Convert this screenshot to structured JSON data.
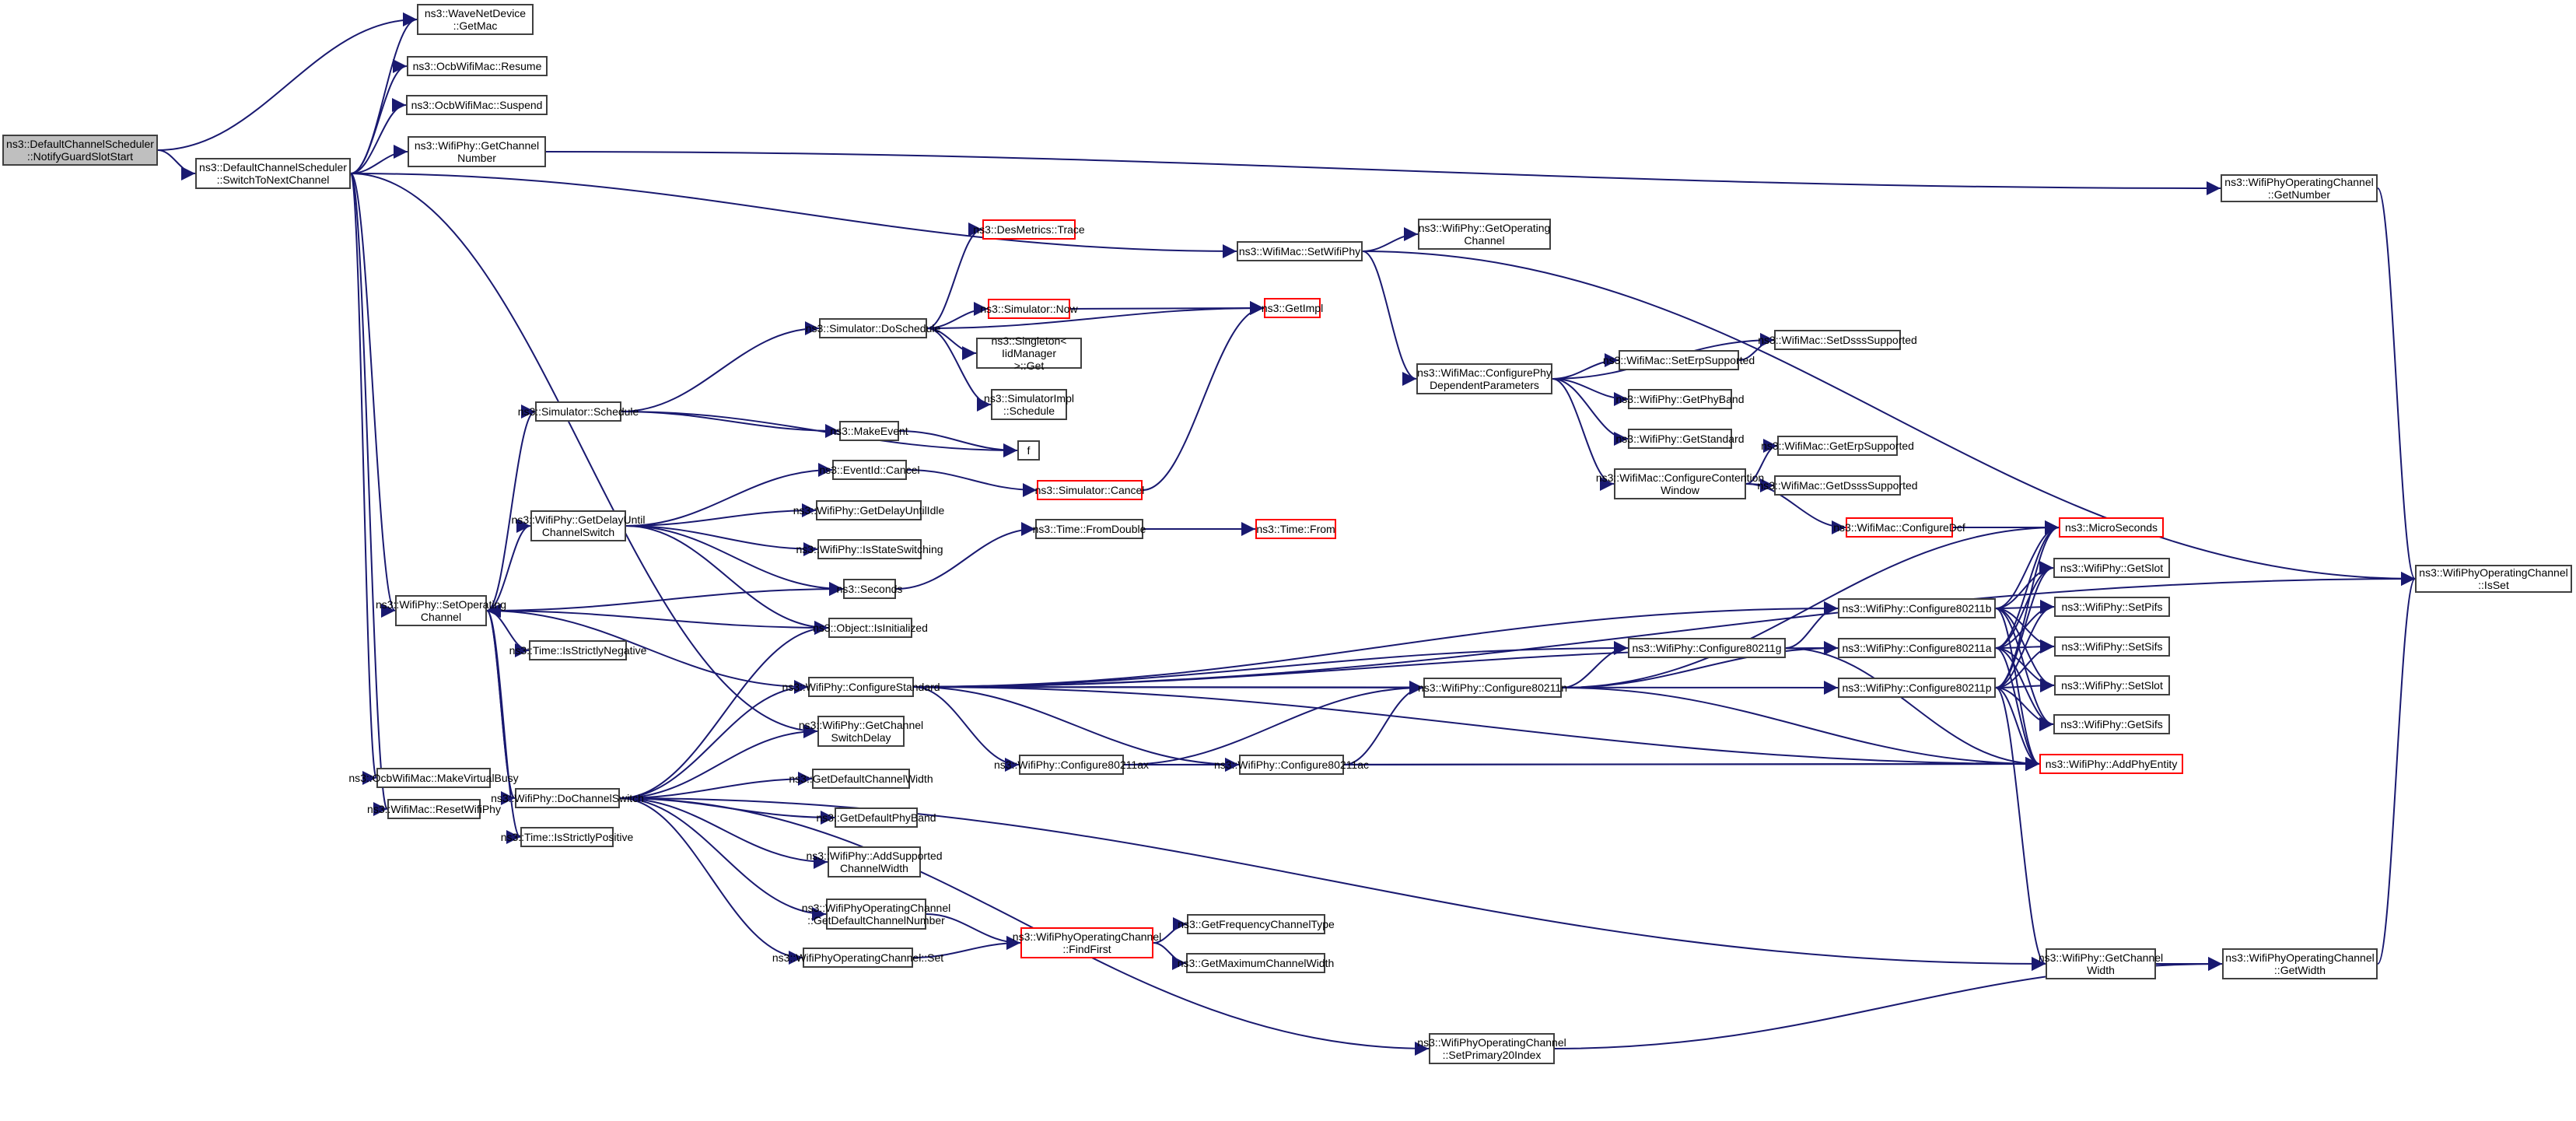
{
  "title": "Call graph of ns3::DefaultChannelScheduler::NotifyGuardSlotStart",
  "colors": {
    "edge": "#191970",
    "node_border": "#404040",
    "ext_border": "#ff0000",
    "root_fill": "#bfbfbf"
  },
  "nodes": [
    {
      "id": "root",
      "label": "ns3::DefaultChannelScheduler\n::NotifyGuardSlotStart",
      "kind": "root"
    },
    {
      "id": "switchNext",
      "label": "ns3::DefaultChannelScheduler\n::SwitchToNextChannel"
    },
    {
      "id": "getMac",
      "label": "ns3::WaveNetDevice\n::GetMac"
    },
    {
      "id": "resume",
      "label": "ns3::OcbWifiMac::Resume"
    },
    {
      "id": "suspend",
      "label": "ns3::OcbWifiMac::Suspend"
    },
    {
      "id": "getChanNum",
      "label": "ns3::WifiPhy::GetChannel\nNumber"
    },
    {
      "id": "opGetNumber",
      "label": "ns3::WifiPhyOperatingChannel\n::GetNumber"
    },
    {
      "id": "setWifiPhy",
      "label": "ns3::WifiMac::SetWifiPhy"
    },
    {
      "id": "getOpChan",
      "label": "ns3::WifiPhy::GetOperating\nChannel"
    },
    {
      "id": "desTrace",
      "label": "ns3::DesMetrics::Trace",
      "kind": "ext"
    },
    {
      "id": "getImpl",
      "label": "ns3::GetImpl",
      "kind": "ext"
    },
    {
      "id": "simNow",
      "label": "ns3::Simulator::Now",
      "kind": "ext"
    },
    {
      "id": "doSchedule",
      "label": "ns3::Simulator::DoSchedule"
    },
    {
      "id": "singleton",
      "label": "ns3::Singleton< IidManager\n>::Get"
    },
    {
      "id": "simImplSched",
      "label": "ns3::SimulatorImpl\n::Schedule"
    },
    {
      "id": "simSchedule",
      "label": "ns3::Simulator::Schedule"
    },
    {
      "id": "makeEvent",
      "label": "ns3::MakeEvent"
    },
    {
      "id": "f",
      "label": "f"
    },
    {
      "id": "eventCancel",
      "label": "ns3::EventId::Cancel"
    },
    {
      "id": "simCancel",
      "label": "ns3::Simulator::Cancel",
      "kind": "ext"
    },
    {
      "id": "getDelayUntil",
      "label": "ns3::WifiPhy::GetDelayUntil\nChannelSwitch"
    },
    {
      "id": "getDelayIdle",
      "label": "ns3::WifiPhy::GetDelayUntilIdle"
    },
    {
      "id": "isStateSwitching",
      "label": "ns3::WifiPhy::IsStateSwitching"
    },
    {
      "id": "seconds",
      "label": "ns3::Seconds"
    },
    {
      "id": "fromDouble",
      "label": "ns3::Time::FromDouble"
    },
    {
      "id": "timeFrom",
      "label": "ns3::Time::From",
      "kind": "ext"
    },
    {
      "id": "isInitialized",
      "label": "ns3::Object::IsInitialized"
    },
    {
      "id": "setOpChan",
      "label": "ns3::WifiPhy::SetOperating\nChannel"
    },
    {
      "id": "strictlyNeg",
      "label": "ns3::Time::IsStrictlyNegative"
    },
    {
      "id": "configStd",
      "label": "ns3::WifiPhy::ConfigureStandard"
    },
    {
      "id": "getSwitchDelay",
      "label": "ns3::WifiPhy::GetChannel\nSwitchDelay"
    },
    {
      "id": "defChanWidth",
      "label": "ns3::GetDefaultChannelWidth"
    },
    {
      "id": "defPhyBand",
      "label": "ns3::GetDefaultPhyBand"
    },
    {
      "id": "addSuppWidth",
      "label": "ns3::WifiPhy::AddSupported\nChannelWidth"
    },
    {
      "id": "getDefChanNum",
      "label": "ns3::WifiPhyOperatingChannel\n::GetDefaultChannelNumber"
    },
    {
      "id": "opSet",
      "label": "ns3::WifiPhyOperatingChannel::Set"
    },
    {
      "id": "findFirst",
      "label": "ns3::WifiPhyOperatingChannel\n::FindFirst",
      "kind": "ext"
    },
    {
      "id": "freqChanType",
      "label": "ns3::GetFrequencyChannelType"
    },
    {
      "id": "maxChanWidth",
      "label": "ns3::GetMaximumChannelWidth"
    },
    {
      "id": "doChanSwitch",
      "label": "ns3::WifiPhy::DoChannelSwitch"
    },
    {
      "id": "strictlyPos",
      "label": "ns3::Time::IsStrictlyPositive"
    },
    {
      "id": "makeVirtBusy",
      "label": "ns3::OcbWifiMac::MakeVirtualBusy"
    },
    {
      "id": "resetWifiPhy",
      "label": "ns3::WifiMac::ResetWifiPhy"
    },
    {
      "id": "setPrimary20",
      "label": "ns3::WifiPhyOperatingChannel\n::SetPrimary20Index"
    },
    {
      "id": "c80211ax",
      "label": "ns3::WifiPhy::Configure80211ax"
    },
    {
      "id": "c80211ac",
      "label": "ns3::WifiPhy::Configure80211ac"
    },
    {
      "id": "c80211n",
      "label": "ns3::WifiPhy::Configure80211n"
    },
    {
      "id": "c80211g",
      "label": "ns3::WifiPhy::Configure80211g"
    },
    {
      "id": "c80211b",
      "label": "ns3::WifiPhy::Configure80211b"
    },
    {
      "id": "c80211a",
      "label": "ns3::WifiPhy::Configure80211a"
    },
    {
      "id": "c80211p",
      "label": "ns3::WifiPhy::Configure80211p"
    },
    {
      "id": "cfgPhyDep",
      "label": "ns3::WifiMac::ConfigurePhy\nDependentParameters"
    },
    {
      "id": "setErp",
      "label": "ns3::WifiMac::SetErpSupported"
    },
    {
      "id": "setDsss",
      "label": "ns3::WifiMac::SetDsssSupported"
    },
    {
      "id": "getPhyBand",
      "label": "ns3::WifiPhy::GetPhyBand"
    },
    {
      "id": "getStandard",
      "label": "ns3::WifiPhy::GetStandard"
    },
    {
      "id": "cfgContention",
      "label": "ns3::WifiMac::ConfigureContention\nWindow"
    },
    {
      "id": "getErp",
      "label": "ns3::WifiMac::GetErpSupported"
    },
    {
      "id": "getDsss",
      "label": "ns3::WifiMac::GetDsssSupported"
    },
    {
      "id": "cfgDcf",
      "label": "ns3::WifiMac::ConfigureDcf",
      "kind": "ext"
    },
    {
      "id": "micro",
      "label": "ns3::MicroSeconds",
      "kind": "ext"
    },
    {
      "id": "getSlot",
      "label": "ns3::WifiPhy::GetSlot"
    },
    {
      "id": "setPifs",
      "label": "ns3::WifiPhy::SetPifs"
    },
    {
      "id": "setSifs",
      "label": "ns3::WifiPhy::SetSifs"
    },
    {
      "id": "setSlot",
      "label": "ns3::WifiPhy::SetSlot"
    },
    {
      "id": "getSifs",
      "label": "ns3::WifiPhy::GetSifs"
    },
    {
      "id": "addPhyEntity",
      "label": "ns3::WifiPhy::AddPhyEntity",
      "kind": "ext"
    },
    {
      "id": "isSet",
      "label": "ns3::WifiPhyOperatingChannel\n::IsSet"
    },
    {
      "id": "getChanWidth",
      "label": "ns3::WifiPhy::GetChannel\nWidth"
    },
    {
      "id": "opGetWidth",
      "label": "ns3::WifiPhyOperatingChannel\n::GetWidth"
    }
  ],
  "edges": [
    [
      "root",
      "switchNext"
    ],
    [
      "root",
      "getMac"
    ],
    [
      "switchNext",
      "getMac"
    ],
    [
      "switchNext",
      "resume"
    ],
    [
      "switchNext",
      "suspend"
    ],
    [
      "switchNext",
      "getChanNum"
    ],
    [
      "switchNext",
      "setWifiPhy"
    ],
    [
      "switchNext",
      "setOpChan"
    ],
    [
      "switchNext",
      "makeVirtBusy"
    ],
    [
      "switchNext",
      "resetWifiPhy"
    ],
    [
      "switchNext",
      "getSwitchDelay"
    ],
    [
      "getChanNum",
      "opGetNumber"
    ],
    [
      "opGetNumber",
      "isSet"
    ],
    [
      "setWifiPhy",
      "getOpChan"
    ],
    [
      "setWifiPhy",
      "cfgPhyDep"
    ],
    [
      "setWifiPhy",
      "isSet"
    ],
    [
      "cfgPhyDep",
      "setDsss"
    ],
    [
      "cfgPhyDep",
      "setErp"
    ],
    [
      "cfgPhyDep",
      "getPhyBand"
    ],
    [
      "cfgPhyDep",
      "getStandard"
    ],
    [
      "cfgPhyDep",
      "cfgContention"
    ],
    [
      "setErp",
      "setDsss"
    ],
    [
      "cfgContention",
      "getErp"
    ],
    [
      "cfgContention",
      "getDsss"
    ],
    [
      "cfgContention",
      "cfgDcf"
    ],
    [
      "cfgDcf",
      "micro"
    ],
    [
      "doSchedule",
      "desTrace"
    ],
    [
      "doSchedule",
      "getImpl"
    ],
    [
      "doSchedule",
      "simNow"
    ],
    [
      "doSchedule",
      "singleton"
    ],
    [
      "doSchedule",
      "simImplSched"
    ],
    [
      "simNow",
      "getImpl"
    ],
    [
      "simSchedule",
      "doSchedule"
    ],
    [
      "simSchedule",
      "makeEvent"
    ],
    [
      "simSchedule",
      "f"
    ],
    [
      "makeEvent",
      "f"
    ],
    [
      "eventCancel",
      "simCancel"
    ],
    [
      "simCancel",
      "getImpl"
    ],
    [
      "setOpChan",
      "simSchedule"
    ],
    [
      "setOpChan",
      "getDelayUntil"
    ],
    [
      "setOpChan",
      "seconds"
    ],
    [
      "setOpChan",
      "isInitialized"
    ],
    [
      "setOpChan",
      "strictlyNeg"
    ],
    [
      "setOpChan",
      "doChanSwitch"
    ],
    [
      "setOpChan",
      "strictlyPos"
    ],
    [
      "getDelayUntil",
      "eventCancel"
    ],
    [
      "getDelayUntil",
      "getDelayIdle"
    ],
    [
      "getDelayUntil",
      "isStateSwitching"
    ],
    [
      "getDelayUntil",
      "seconds"
    ],
    [
      "getDelayUntil",
      "isInitialized"
    ],
    [
      "seconds",
      "fromDouble"
    ],
    [
      "fromDouble",
      "timeFrom"
    ],
    [
      "doChanSwitch",
      "setOpChan"
    ],
    [
      "doChanSwitch",
      "isInitialized"
    ],
    [
      "doChanSwitch",
      "configStd"
    ],
    [
      "doChanSwitch",
      "getSwitchDelay"
    ],
    [
      "doChanSwitch",
      "defChanWidth"
    ],
    [
      "doChanSwitch",
      "defPhyBand"
    ],
    [
      "doChanSwitch",
      "addSuppWidth"
    ],
    [
      "doChanSwitch",
      "getDefChanNum"
    ],
    [
      "doChanSwitch",
      "opSet"
    ],
    [
      "doChanSwitch",
      "getChanWidth"
    ],
    [
      "doChanSwitch",
      "setPrimary20"
    ],
    [
      "getDefChanNum",
      "findFirst"
    ],
    [
      "opSet",
      "findFirst"
    ],
    [
      "findFirst",
      "freqChanType"
    ],
    [
      "findFirst",
      "maxChanWidth"
    ],
    [
      "configStd",
      "setOpChan"
    ],
    [
      "configStd",
      "c80211n"
    ],
    [
      "configStd",
      "c80211g"
    ],
    [
      "configStd",
      "c80211b"
    ],
    [
      "configStd",
      "c80211a"
    ],
    [
      "configStd",
      "c80211ax"
    ],
    [
      "configStd",
      "c80211ac"
    ],
    [
      "configStd",
      "c80211p"
    ],
    [
      "configStd",
      "addPhyEntity"
    ],
    [
      "configStd",
      "isSet"
    ],
    [
      "c80211ax",
      "c80211n"
    ],
    [
      "c80211ax",
      "c80211ac"
    ],
    [
      "c80211ax",
      "addPhyEntity"
    ],
    [
      "c80211ac",
      "c80211n"
    ],
    [
      "c80211ac",
      "addPhyEntity"
    ],
    [
      "c80211n",
      "c80211g"
    ],
    [
      "c80211n",
      "c80211a"
    ],
    [
      "c80211n",
      "micro"
    ],
    [
      "c80211n",
      "addPhyEntity"
    ],
    [
      "c80211g",
      "c80211b"
    ],
    [
      "c80211g",
      "addPhyEntity"
    ],
    [
      "c80211b",
      "micro"
    ],
    [
      "c80211b",
      "getSlot"
    ],
    [
      "c80211b",
      "setPifs"
    ],
    [
      "c80211b",
      "setSifs"
    ],
    [
      "c80211b",
      "setSlot"
    ],
    [
      "c80211b",
      "getSifs"
    ],
    [
      "c80211b",
      "addPhyEntity"
    ],
    [
      "c80211a",
      "micro"
    ],
    [
      "c80211a",
      "getSlot"
    ],
    [
      "c80211a",
      "setPifs"
    ],
    [
      "c80211a",
      "setSifs"
    ],
    [
      "c80211a",
      "setSlot"
    ],
    [
      "c80211a",
      "getSifs"
    ],
    [
      "c80211a",
      "addPhyEntity"
    ],
    [
      "c80211p",
      "micro"
    ],
    [
      "c80211p",
      "getSlot"
    ],
    [
      "c80211p",
      "setPifs"
    ],
    [
      "c80211p",
      "setSifs"
    ],
    [
      "c80211p",
      "setSlot"
    ],
    [
      "c80211p",
      "getSifs"
    ],
    [
      "c80211p",
      "addPhyEntity"
    ],
    [
      "c80211p",
      "getChanWidth"
    ],
    [
      "getChanWidth",
      "opGetWidth"
    ],
    [
      "opGetWidth",
      "isSet"
    ],
    [
      "setPrimary20",
      "opGetWidth"
    ]
  ]
}
